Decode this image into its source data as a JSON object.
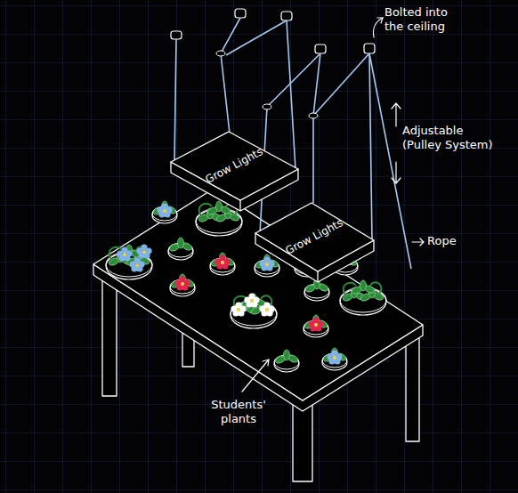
{
  "diagram": {
    "nodes": [
      {
        "text": [
          "Grow Lights"
        ]
      },
      {
        "text": [
          "Grow Lights"
        ]
      }
    ],
    "labels": [
      "Bolted into the ceiling",
      "Adjustable (Pulley System)",
      "Rope",
      "Students' plants"
    ]
  }
}
